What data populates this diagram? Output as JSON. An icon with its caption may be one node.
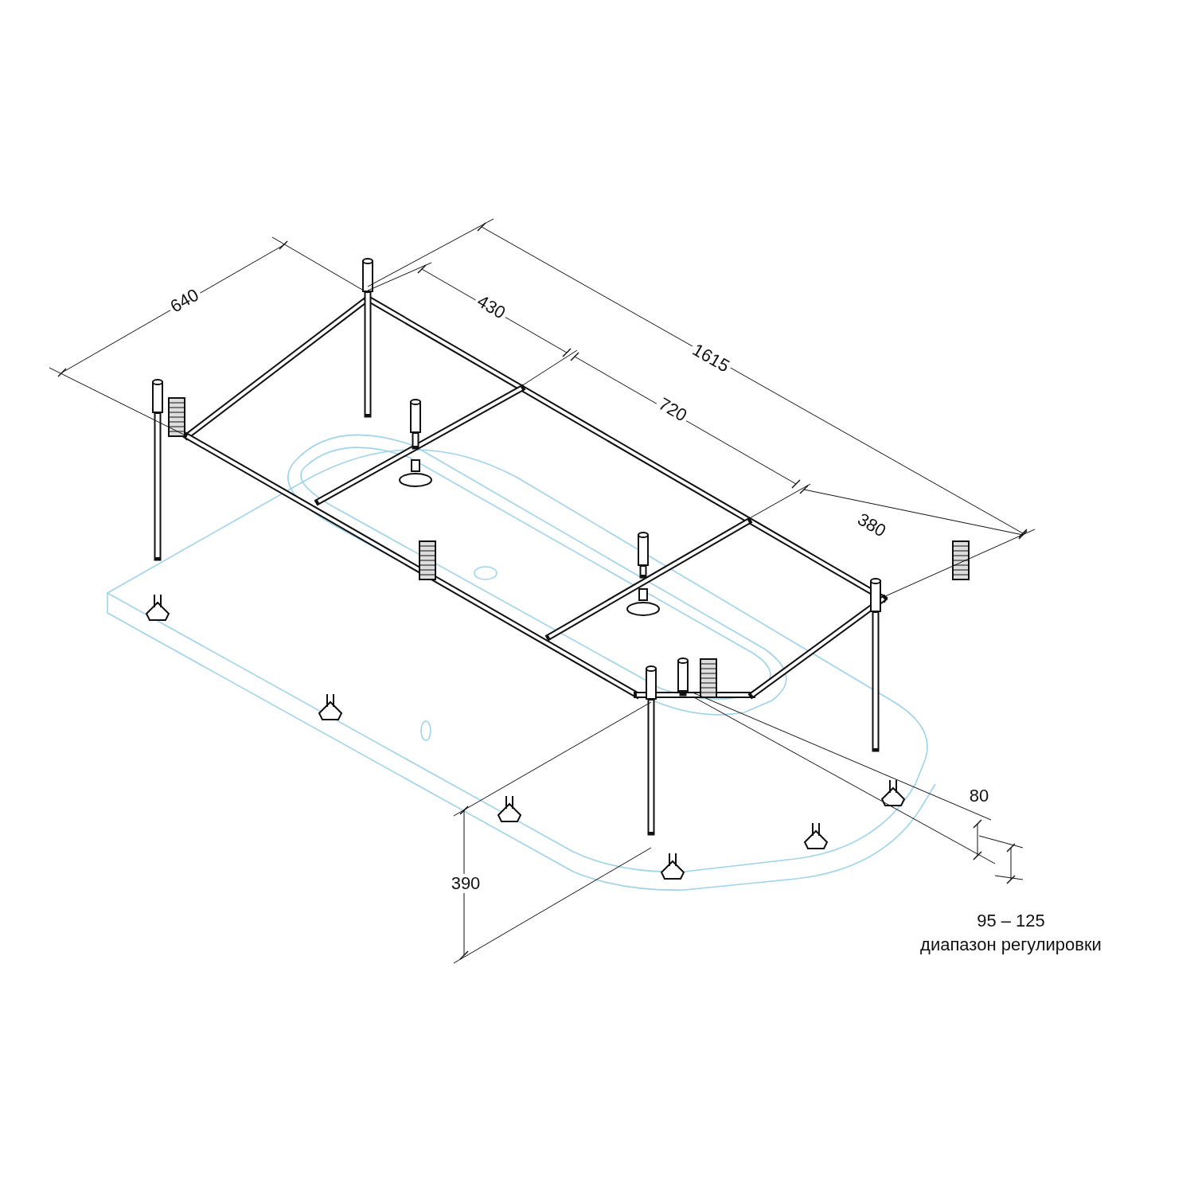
{
  "diagram": {
    "labels": [
      "640",
      "430",
      "1615",
      "720",
      "380",
      "80",
      "390",
      "95 – 125",
      "диапазон регулировки"
    ]
  }
}
